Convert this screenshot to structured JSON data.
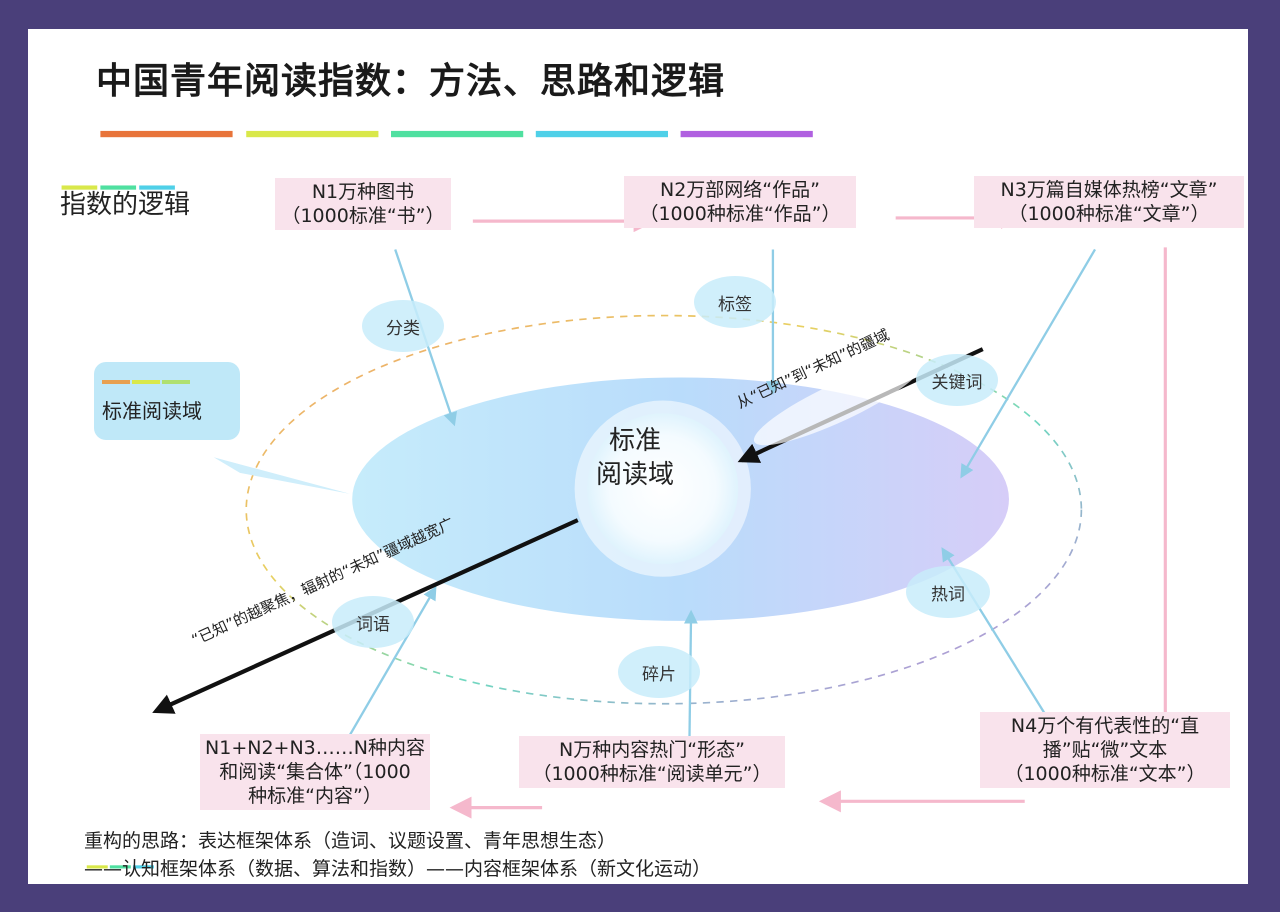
{
  "title": "中国青年阅读指数：方法、思路和逻辑",
  "section_title": "指数的逻辑",
  "callout_label": "标准阅读域",
  "center_label": [
    "标准",
    "阅读域"
  ],
  "nodes": {
    "n1": [
      "N1万种图书",
      "（1000标准“书”）"
    ],
    "n2": [
      "N2万部网络“作品”",
      "（1000种标准“作品”）"
    ],
    "n3": [
      "N3万篇自媒体热榜“文章”",
      "（1000种标准“文章”）"
    ],
    "n4": [
      "N4万个有代表性的“直",
      "播”贴“微”文本",
      "（1000种标准“文本”）"
    ],
    "n5": [
      "N万种内容热门“形态”",
      "（1000种标准“阅读单元”）"
    ],
    "n6": [
      "N1+N2+N3……N种内容",
      "和阅读“集合体”（1000",
      "种标准“内容”）"
    ]
  },
  "bubbles": {
    "classify": "分类",
    "tag": "标签",
    "keyword": "关键词",
    "hotword": "热词",
    "fragment": "碎片",
    "phrase": "词语"
  },
  "arrow_labels": {
    "known_to_unknown": "从“已知”到“未知”的疆域",
    "focus_radiate": "“已知”的越聚焦，辐射的“未知”疆域越宽广"
  },
  "footer": [
    "重构的思路：表达框架体系（造词、议题设置、青年思想生态）",
    "——认知框架体系（数据、算法和指数）——内容框架体系（新文化运动）"
  ],
  "colors": {
    "background": "#4a3f7a",
    "node_fill": "#f9e3ec",
    "flow_arrow": "#f5b8cc",
    "feed_arrow": "#8fcde6",
    "bubble_fill": "#c8ecfa",
    "title_stripes": [
      "#e8743a",
      "#d9e84a",
      "#4fe0a0",
      "#4fd0e8",
      "#b060e0"
    ]
  }
}
